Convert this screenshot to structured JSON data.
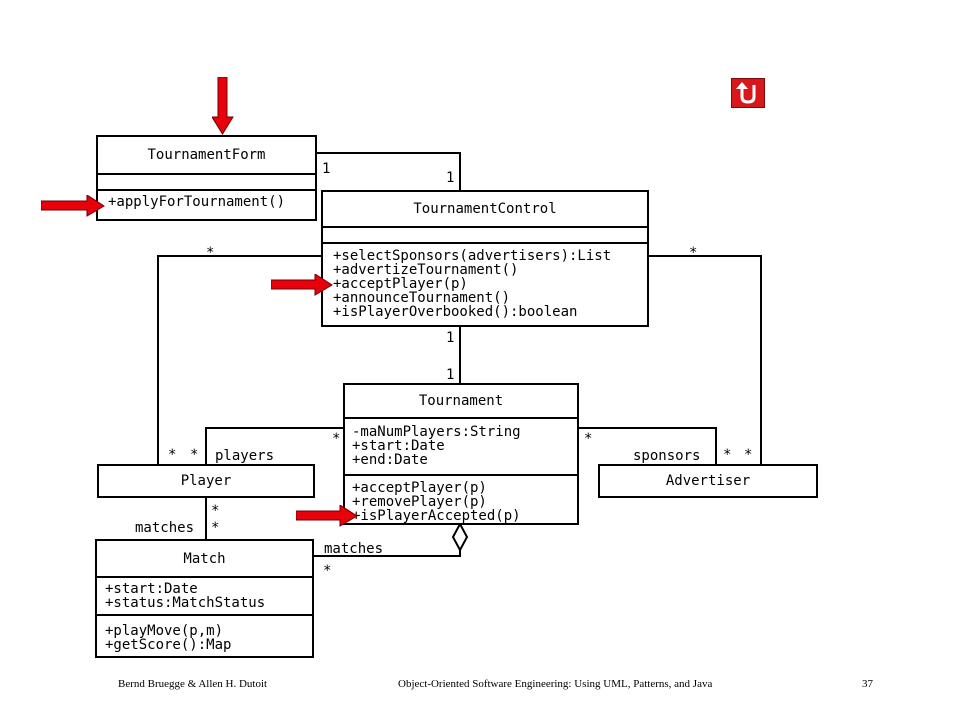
{
  "classes": {
    "tournament_form": {
      "name": "TournamentForm",
      "operations": [
        "+applyForTournament()"
      ]
    },
    "tournament_control": {
      "name": "TournamentControl",
      "operations": [
        "+selectSponsors(advertisers):List",
        "+advertizeTournament()",
        "+acceptPlayer(p)",
        "+announceTournament()",
        "+isPlayerOverbooked():boolean"
      ]
    },
    "tournament": {
      "name": "Tournament",
      "attributes": [
        "-maNumPlayers:String",
        "+start:Date",
        "+end:Date"
      ],
      "operations": [
        "+acceptPlayer(p)",
        "+removePlayer(p)",
        "+isPlayerAccepted(p)"
      ]
    },
    "player": {
      "name": "Player"
    },
    "advertiser": {
      "name": "Advertiser"
    },
    "match": {
      "name": "Match",
      "attributes": [
        "+start:Date",
        "+status:MatchStatus"
      ],
      "operations": [
        "+playMove(p,m)",
        "+getScore():Map"
      ]
    }
  },
  "labels": {
    "one": "1",
    "many": "*",
    "players": "players",
    "sponsors": "sponsors",
    "matches": "matches"
  },
  "footer": {
    "authors": "Bernd Bruegge & Allen H. Dutoit",
    "book": "Object-Oriented Software Engineering: Using UML, Patterns, and Java",
    "page": "37"
  },
  "colors": {
    "arrow": "#e8000b",
    "undo_button": "#d8171b"
  },
  "icons": {
    "undo": "undo-icon",
    "pointer": "red-arrow-icon"
  }
}
